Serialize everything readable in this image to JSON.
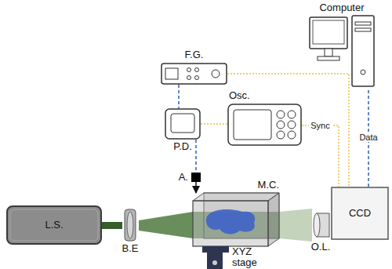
{
  "diagram": {
    "nodes": [
      {
        "text": [
          "Computer"
        ]
      },
      {
        "text": [
          "F.G."
        ]
      },
      {
        "text": [
          "P.D."
        ]
      },
      {
        "text": [
          "Osc."
        ]
      },
      {
        "text": [
          "A."
        ]
      },
      {
        "text": [
          "L.S."
        ]
      },
      {
        "text": [
          "B.E"
        ]
      },
      {
        "text": [
          "M.C."
        ]
      },
      {
        "text": [
          "O.L."
        ]
      },
      {
        "text": [
          "CCD"
        ]
      },
      {
        "text": [
          "XYZ stage"
        ]
      }
    ],
    "edges": [
      {
        "from": 1,
        "to": 2,
        "arrow": "none"
      },
      {
        "from": 2,
        "to": 4,
        "arrow": "none"
      },
      {
        "from": 4,
        "to": 7,
        "arrow": "to"
      },
      {
        "from": 1,
        "to": 9,
        "arrow": "none"
      },
      {
        "from": 2,
        "to": 3,
        "arrow": "none"
      },
      {
        "from": 3,
        "to": 9,
        "arrow": "none",
        "label": "Sync"
      },
      {
        "from": 9,
        "to": 0,
        "arrow": "none",
        "label": "Data"
      }
    ]
  }
}
